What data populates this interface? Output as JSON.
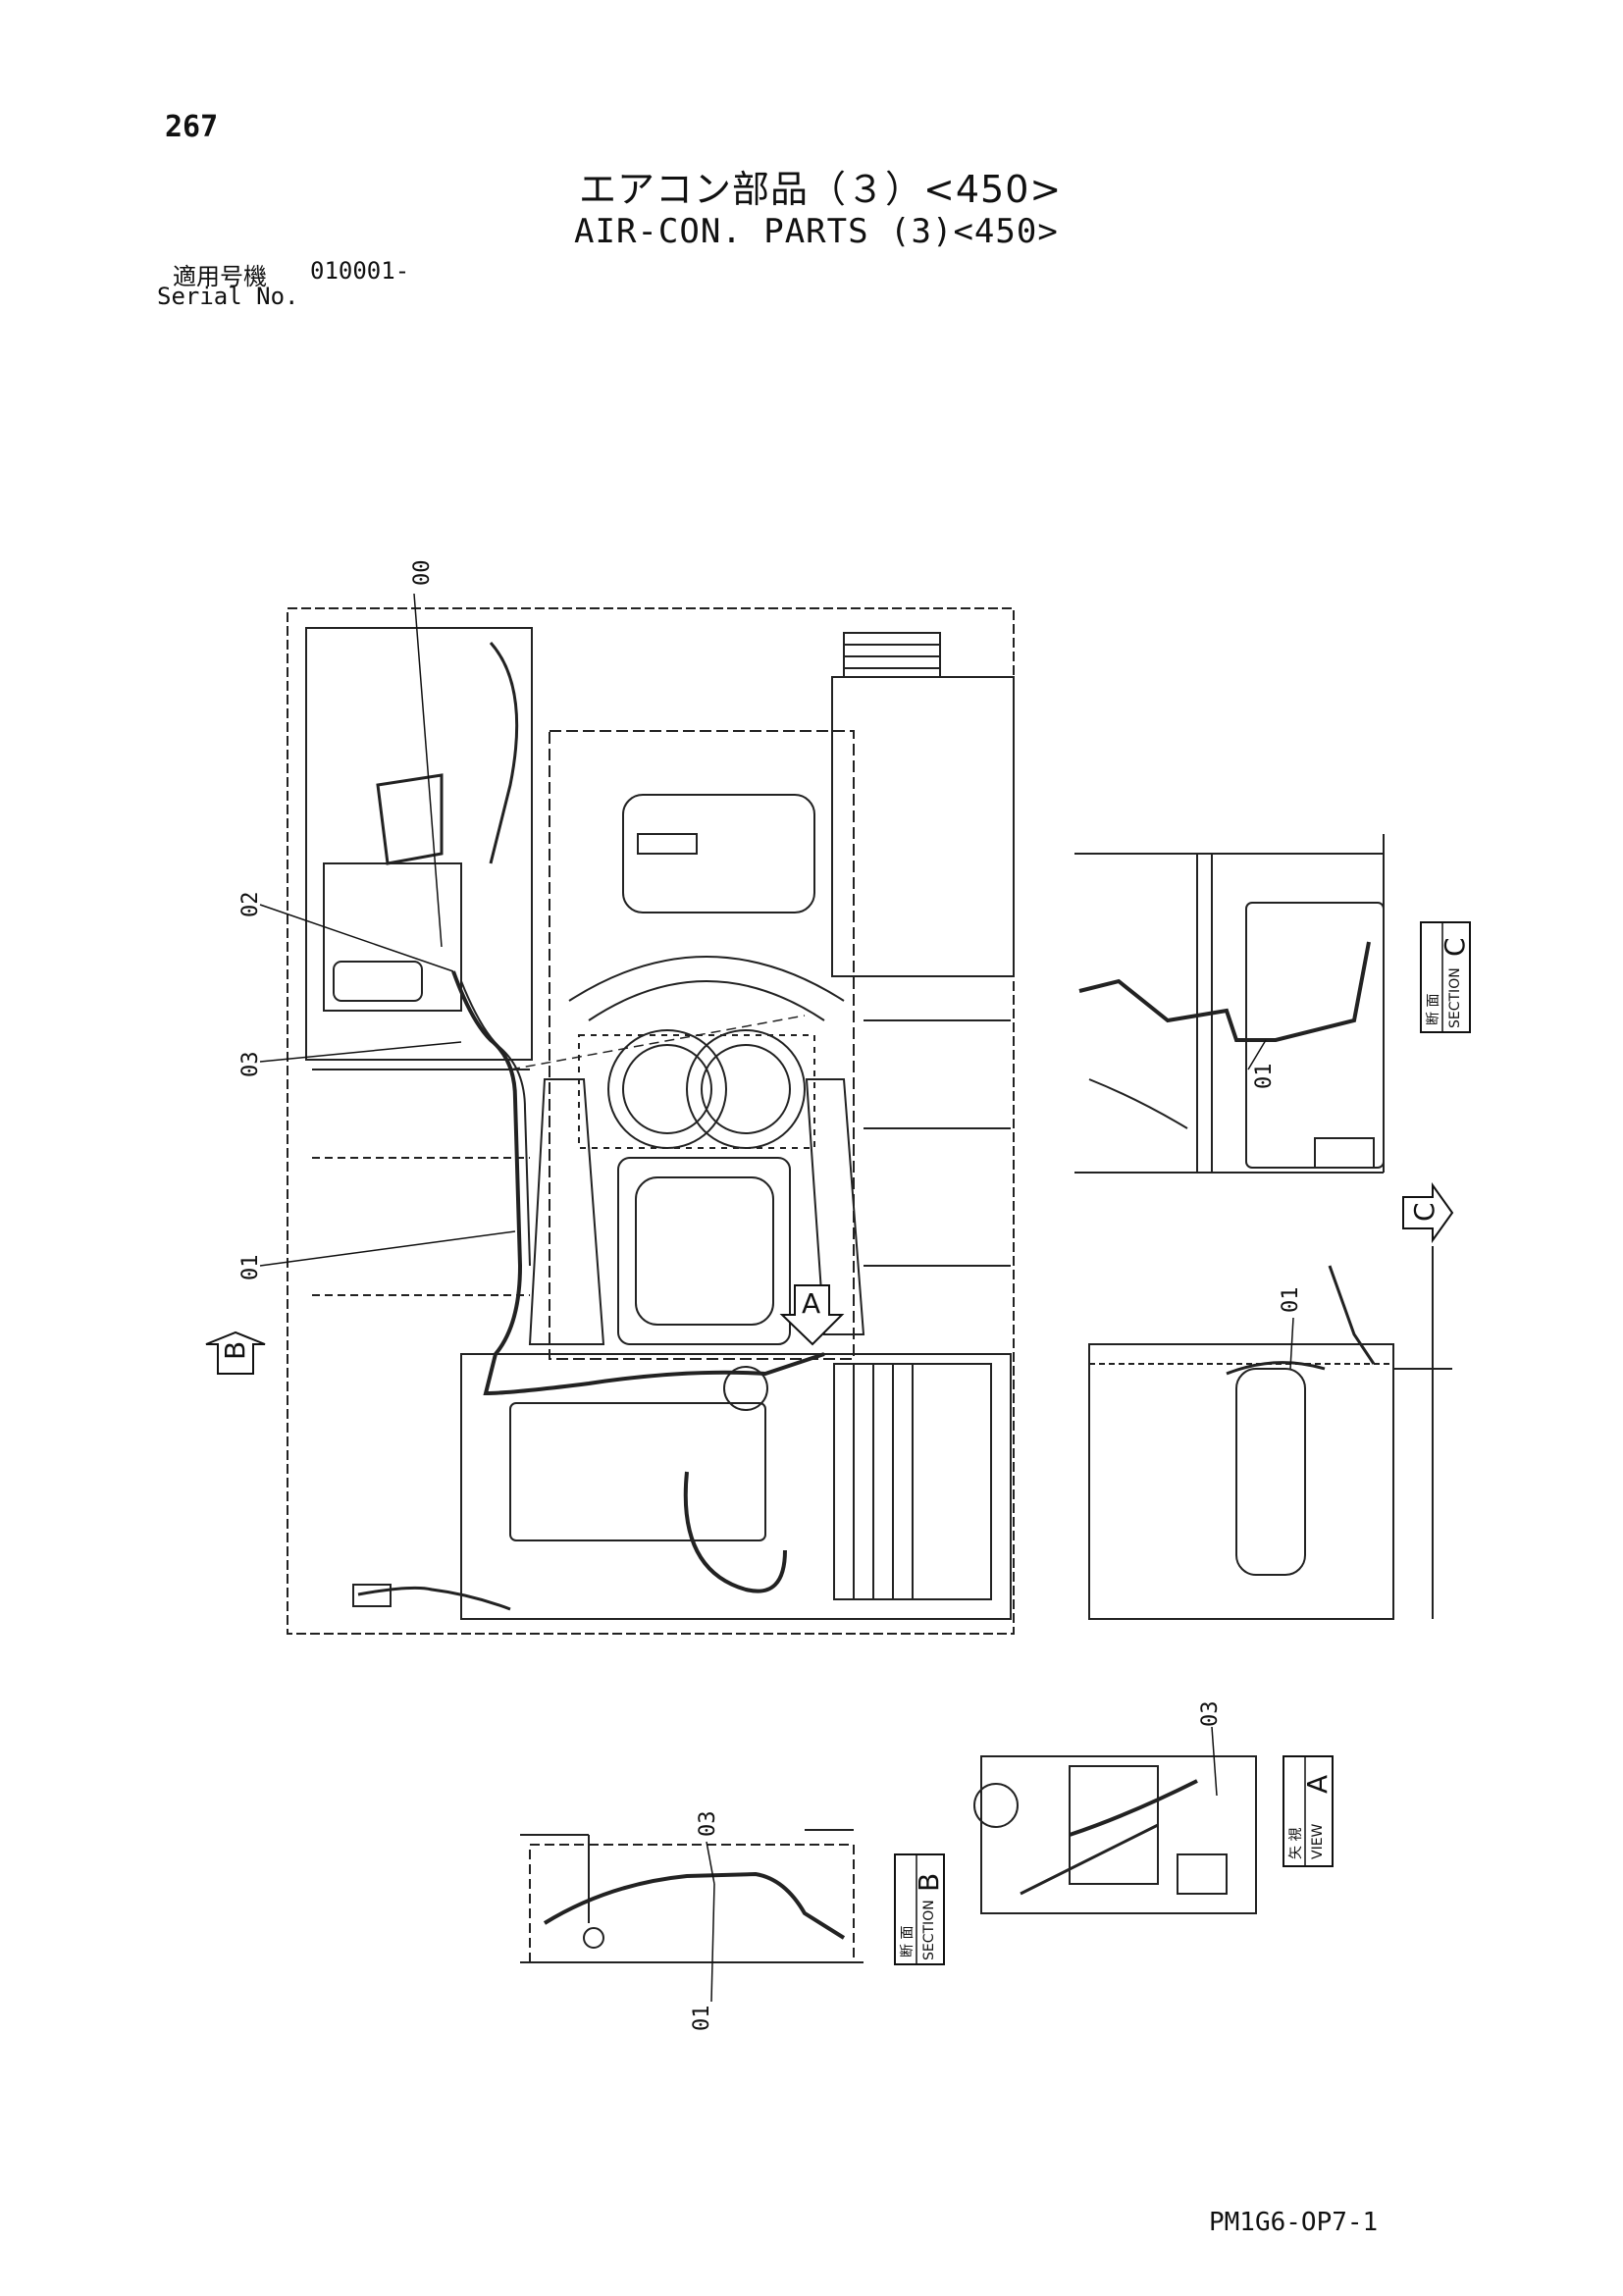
{
  "header": {
    "page_number": "267",
    "title_jp": "エアコン部品（３）<450>",
    "title_en": "AIR-CON. PARTS (3)<450>",
    "serial_label_jp": "適用号機",
    "serial_value": "010001-",
    "serial_label_en": "Serial No."
  },
  "callouts": {
    "main_00": "00",
    "main_02": "02",
    "main_03": "03",
    "main_01": "01",
    "section_c_01": "01",
    "view_c_01": "01",
    "view_a_03": "03",
    "section_b_03": "03",
    "section_b_01": "01"
  },
  "markers": {
    "arrow_b": "B",
    "arrow_a": "A",
    "arrow_c": "C"
  },
  "section_labels": {
    "section_c": {
      "jp": "断 面",
      "en": "SECTION",
      "letter": "C"
    },
    "section_b": {
      "jp": "断 面",
      "en": "SECTION",
      "letter": "B"
    },
    "view_a": {
      "jp": "矢 視",
      "en": "VIEW",
      "letter": "A"
    }
  },
  "footer": {
    "page_code": "PM1G6-OP7-1"
  }
}
